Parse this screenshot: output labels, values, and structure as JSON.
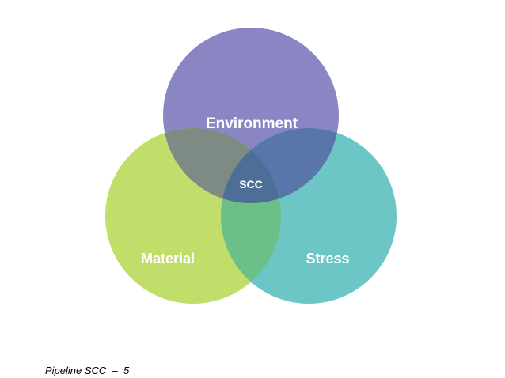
{
  "diagram": {
    "circles": {
      "environment": {
        "label": "Environment",
        "color": "#8a86c4"
      },
      "material": {
        "label": "Material",
        "color": "#c2de6a"
      },
      "stress": {
        "label": "Stress",
        "color": "#6cc6c6"
      }
    },
    "overlaps": {
      "environment_material": "#7e8a84",
      "environment_stress": "#5976aa",
      "material_stress": "#6cbf87",
      "center": "#4d6f97"
    },
    "center_label": "SCC"
  },
  "footer": {
    "text": "Pipeline SCC  –  5"
  }
}
